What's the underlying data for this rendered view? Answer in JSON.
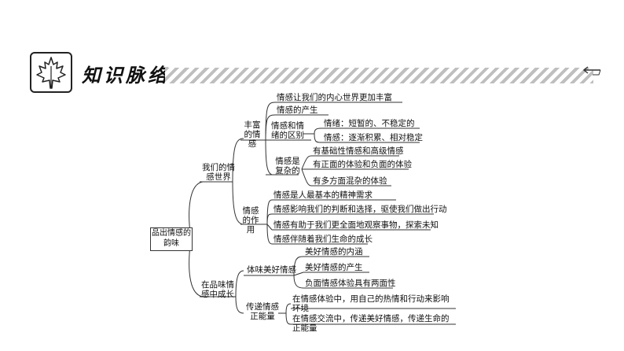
{
  "header": {
    "title": "知识脉络",
    "logo_icon": "maple-leaf-icon",
    "back_icon": "back-arrow-icon"
  },
  "map": {
    "root": "品出情感的韵味",
    "b1": {
      "label": "我们的情感世界",
      "s1": {
        "label": "丰富的情感",
        "items": [
          "情感让我们的内心世界更加丰富",
          "情感的产生"
        ],
        "diff": {
          "label": "情感和情绪的区别",
          "items": [
            "情绪：短暂的、不稳定的",
            "情感：逐渐积累、相对稳定"
          ]
        },
        "complex": {
          "label": "情感是复杂的",
          "items": [
            "有基础性情感和高级情感",
            "有正面的体验和负面的体验",
            "有多方面混杂的体验"
          ]
        }
      },
      "s2": {
        "label": "情感的作用",
        "items": [
          "情感是人最基本的精神需求",
          "情感影响我们的判断和选择，驱使我们做出行动",
          "情感有助于我们更全面地观察事物，探索未知",
          "情感伴随着我们生命的成长"
        ]
      }
    },
    "b2": {
      "label": "在品味情感中成长",
      "s1": {
        "label": "体味美好情感",
        "items": [
          "美好情感的内涵",
          "美好情感的产生",
          "负面情感体验具有两面性"
        ]
      },
      "s2": {
        "label": "传递情感正能量",
        "items": [
          "在情感体验中，用自己的热情和行动来影响环境",
          "在情感交流中，传递美好情感，传递生命的正能量"
        ]
      }
    }
  }
}
